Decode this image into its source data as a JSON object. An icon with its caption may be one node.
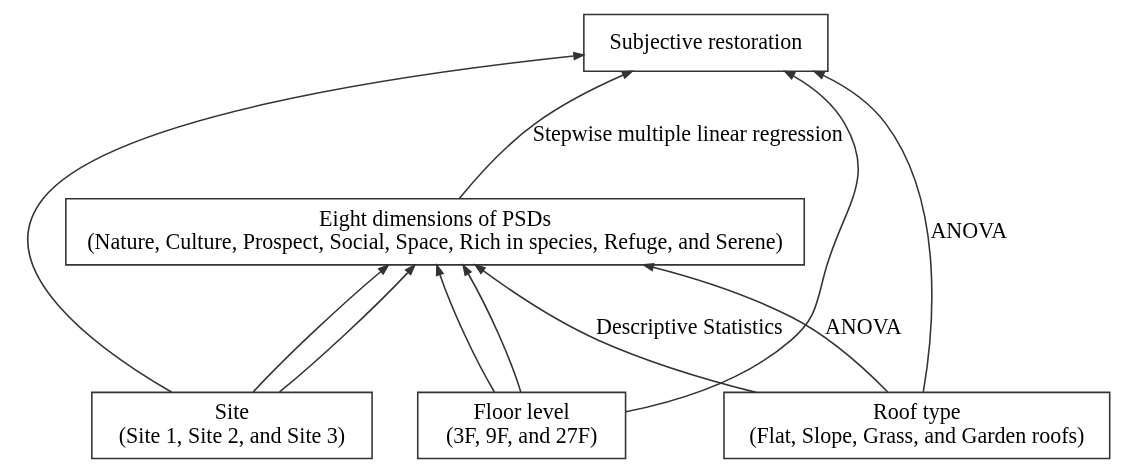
{
  "diagram": {
    "nodes": [
      {
        "text": [
          "Subjective restoration"
        ]
      },
      {
        "text": [
          "Eight dimensions of PSDs",
          "(Nature, Culture, Prospect, Social, Space, Rich in species, Refuge, and Serene)"
        ]
      },
      {
        "text": [
          "Site",
          "(Site 1, Site 2, and Site 3)"
        ]
      },
      {
        "text": [
          "Roof type",
          "(Flat, Slope, Grass, and Garden roofs)"
        ]
      },
      {
        "text": [
          "Floor level",
          "(3F, 9F, and 27F)"
        ]
      }
    ],
    "edges": [
      {
        "from": 1,
        "to": 0,
        "arrow": "to",
        "label": "Stepwise multiple linear regression"
      },
      {
        "from": 2,
        "to": 1,
        "arrow": "to"
      },
      {
        "from": 3,
        "to": 1,
        "arrow": "to",
        "label": "ANOVA"
      },
      {
        "from": 4,
        "to": 1,
        "arrow": "to"
      },
      {
        "from": 2,
        "to": 1,
        "arrow": "to"
      },
      {
        "from": 3,
        "to": 1,
        "arrow": "to",
        "label": "Descriptive Statistics"
      },
      {
        "from": 4,
        "to": 1,
        "arrow": "to"
      },
      {
        "from": 2,
        "to": 0,
        "arrow": "to"
      },
      {
        "from": 3,
        "to": 0,
        "arrow": "to",
        "label": "ANOVA"
      },
      {
        "from": 4,
        "to": 0,
        "arrow": "to"
      }
    ]
  }
}
